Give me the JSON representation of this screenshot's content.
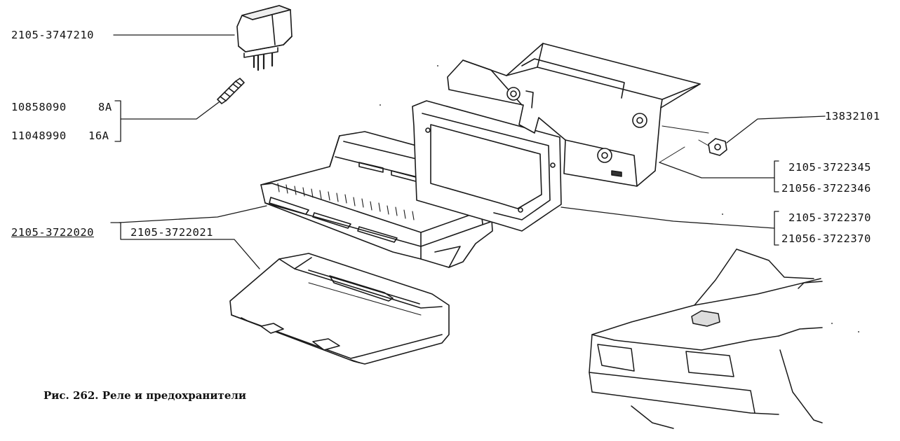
{
  "labels": {
    "relay": "2105-3747210",
    "fuse_8a_code": "10858090",
    "fuse_8a_rating": "8A",
    "fuse_16a_code": "11048990",
    "fuse_16a_rating": "16A",
    "nut": "13832101",
    "bracket_a": "2105-3722345",
    "bracket_b": "21056-3722346",
    "gasket_a": "2105-3722370",
    "gasket_b": "21056-3722370",
    "fuse_block": "2105-3722020",
    "fuse_cover": "2105-3722021"
  },
  "caption": "Рис. 262. Реле и предохранители"
}
